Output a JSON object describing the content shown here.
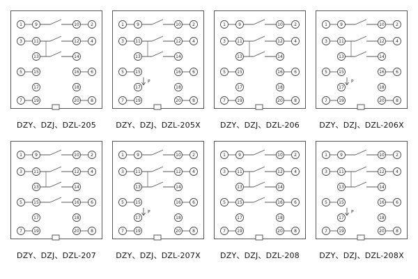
{
  "diagram_set": "relay-rear-terminal-wiring-diagrams",
  "p_label": "P",
  "terminal_rows": [
    [
      "1",
      "9",
      "10",
      "2"
    ],
    [
      "3",
      "11",
      "12",
      "4"
    ],
    [
      "",
      "13",
      "14",
      ""
    ],
    [
      "5",
      "15",
      "16",
      "6"
    ],
    [
      "",
      "17",
      "18",
      ""
    ],
    [
      "7",
      "19",
      "20",
      "8"
    ]
  ],
  "panels": [
    {
      "label": "DZY、DZJ、DZL-205",
      "contact_rows": [
        0,
        1,
        2
      ],
      "p_symbol": false
    },
    {
      "label": "DZY、DZJ、DZL-205X",
      "contact_rows": [
        0,
        1,
        2
      ],
      "p_symbol": true
    },
    {
      "label": "DZY、DZJ、DZL-206",
      "contact_rows": [
        0,
        1,
        2
      ],
      "p_symbol": false
    },
    {
      "label": "DZY、DZJ、DZL-206X",
      "contact_rows": [
        0,
        1,
        2
      ],
      "p_symbol": true
    },
    {
      "label": "DZY、DZJ、DZL-207",
      "contact_rows": [
        0,
        1,
        2,
        3
      ],
      "p_symbol": false
    },
    {
      "label": "DZY、DZJ、DZL-207X",
      "contact_rows": [
        0,
        1,
        2
      ],
      "p_symbol": true
    },
    {
      "label": "DZY、DZJ、DZL-208",
      "contact_rows": [
        0,
        1,
        2,
        3
      ],
      "p_symbol": false
    },
    {
      "label": "DZY、DZJ、DZL-208X",
      "contact_rows": [
        0,
        1,
        2
      ],
      "p_symbol": true
    }
  ]
}
